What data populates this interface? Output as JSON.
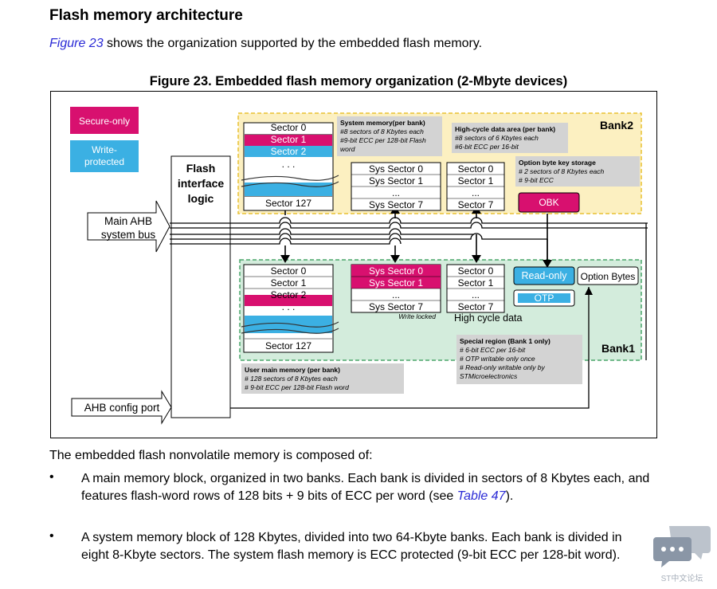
{
  "heading": "Flash memory architecture",
  "intro": {
    "link": "Figure 23",
    "rest": " shows the organization supported by the embedded flash memory."
  },
  "figure": {
    "title": "Figure 23. Embedded flash memory organization (2-Mbyte devices)",
    "legend": {
      "secure": "Secure-only",
      "write1": "Write-",
      "write2": "protected"
    },
    "interface": {
      "l1": "Flash",
      "l2": "interface",
      "l3": "logic"
    },
    "main_bus": {
      "l1": "Main AHB",
      "l2": "system bus"
    },
    "config_port": "AHB config port",
    "bank2": {
      "label": "Bank2",
      "user": {
        "s0": "Sector 0",
        "s1": "Sector 1",
        "s2": "Sector 2",
        "dots": ". . .",
        "s127": "Sector 127"
      },
      "sys": {
        "s0": "Sys Sector 0",
        "s1": "Sys Sector 1",
        "dots": "...",
        "s7": "Sys Sector 7"
      },
      "hc": {
        "s0": "Sector 0",
        "s1": "Sector 1",
        "dots": "...",
        "s7": "Sector 7"
      },
      "obk": "OBK",
      "note_sys": {
        "t": "System memory(per bank)",
        "l1": "#8 sectors of 8 Kbytes each",
        "l2": "#9-bit ECC per 128-bit Flash",
        "l3": "word"
      },
      "note_hc": {
        "t": "High-cycle data area (per bank)",
        "l1": "#8 sectors of 6 Kbytes each",
        "l2": "#6-bit ECC per 16-bit"
      },
      "note_obk": {
        "t": "Option byte key storage",
        "l1": "# 2 sectors of 8 Kbytes each",
        "l2": "# 9-bit ECC"
      }
    },
    "bank1": {
      "label": "Bank1",
      "user": {
        "s0": "Sector 0",
        "s1": "Sector 1",
        "s2": "Sector 2",
        "dots": ". . .",
        "s127": "Sector 127"
      },
      "sys": {
        "s0": "Sys Sector 0",
        "s1": "Sys Sector 1",
        "dots": "...",
        "s7": "Sys Sector 7"
      },
      "write_locked": "Write locked",
      "hc": {
        "s0": "Sector 0",
        "s1": "Sector 1",
        "dots": "...",
        "s7": "Sector 7"
      },
      "hc_label": "High cycle data",
      "read_only": "Read-only",
      "otp": "OTP",
      "option_bytes": "Option Bytes",
      "note_special": {
        "t": "Special region (Bank 1 only)",
        "l1": "# 6-bit ECC per 16-bit",
        "l2": "# OTP writable only once",
        "l3": "# Read-only writable only by",
        "l4": "STMicroelectronics"
      },
      "note_user": {
        "t": "User main memory (per bank)",
        "l1": "# 128 sectors of 8 Kbytes each",
        "l2": "# 9-bit ECC per 128-bit Flash word"
      }
    }
  },
  "composed": "The embedded flash nonvolatile memory is composed of:",
  "bullets": [
    {
      "a": "A main memory block, organized in two banks. Each bank is divided in sectors of 8 Kbytes each, and features flash-word rows of 128 bits + 9 bits of ECC per word (see ",
      "link": "Table 47",
      "b": ")."
    },
    {
      "a": "A system memory block of 128 Kbytes, divided into two 64-Kbyte banks. Each bank is divided in eight 8-Kbyte sectors. The system flash memory is ECC protected (9-bit ECC per 128-bit word).",
      "link": "",
      "b": ""
    }
  ],
  "watermark": "ST中文论坛",
  "colors": {
    "secure": "#d8106f",
    "write_protected": "#3bb0e3",
    "bank2_bg": "#fcf0c1",
    "bank1_bg": "#d3ecdc",
    "note_bg": "#d3d3d3",
    "read_only": "#3bb0e3"
  }
}
